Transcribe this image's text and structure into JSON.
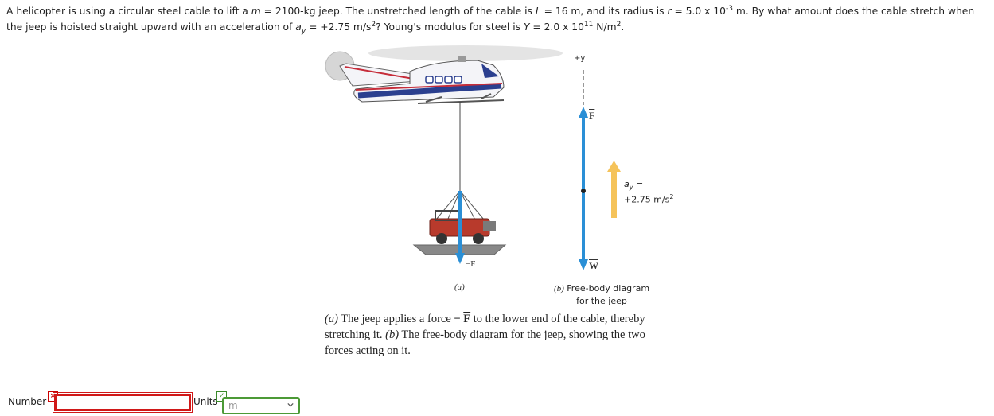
{
  "problem": {
    "text_1": "A helicopter is using a circular steel cable to lift a ",
    "m_sym": "m",
    "text_2": " = 2100-kg jeep. The unstretched length of the cable is ",
    "L_sym": "L",
    "text_3": " = 16 m, and its radius is ",
    "r_sym": "r",
    "text_4": " = 5.0 x 10",
    "r_exp": "-3",
    "text_5": " m.  By what amount does the cable stretch when the jeep is hoisted straight upward with an acceleration of ",
    "a_sym": "a",
    "a_sub": "y",
    "text_6": " = +2.75 m/s",
    "a_exp": "2",
    "text_7": "? Young's modulus for steel is ",
    "Y_sym": "Y",
    "text_8": " = 2.0 x 10",
    "Y_exp": "11",
    "text_9": " N/m",
    "Y_unit_exp": "2",
    "text_10": "."
  },
  "figure": {
    "axis_label": "+y",
    "force_F_label": "F",
    "force_W_label": "W",
    "neg_F_label": "−F",
    "accel_line1": "a",
    "accel_sub": "y",
    "accel_eq": " =",
    "accel_line2": "+2.75  m/s",
    "accel_exp": "2",
    "part_a": "(a)",
    "part_b_prefix": "(b)",
    "part_b_line1": " Free-body diagram",
    "part_b_line2": "for the jeep"
  },
  "caption": {
    "a_tag": "(a)",
    "text_1": " The jeep applies a force ",
    "neg": "−",
    "F": "F",
    "text_2": "  to the lower end of the cable, thereby stretching it. ",
    "b_tag": "(b)",
    "text_3": " The free-body diagram for the jeep, showing the two forces acting on it."
  },
  "answer": {
    "number_label": "Number",
    "number_value": "",
    "number_status_icon": "×",
    "units_label": "Units",
    "units_status_icon": "✓",
    "units_value": "m"
  },
  "colors": {
    "force_arrow": "#2a8fd6",
    "accel_arrow": "#f5c35a",
    "input_error": "#d01818",
    "select_ok": "#4c9a36"
  }
}
